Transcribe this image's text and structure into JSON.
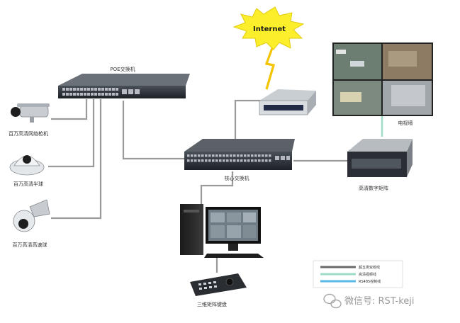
{
  "labels": {
    "poe_switch": "POE交换机",
    "internet": "Internet",
    "core_switch": "核心交换机",
    "tv_wall": "电视墙",
    "hd_matrix": "高清数字矩阵",
    "bullet_cam": "百万高清网络枪机",
    "dome_cam": "百万高清半球",
    "ptz_cam": "百万高清高速球",
    "keyboard": "三维矩阵键盘"
  },
  "legend": [
    {
      "label": "超五类双绞线",
      "color": "#6a6a6a"
    },
    {
      "label": "高清视频线",
      "color": "#9fdcc6"
    },
    {
      "label": "RS485控制线",
      "color": "#58b8e6"
    }
  ],
  "watermark": "微信号: RST-keji",
  "colors": {
    "cat5e": "#8a8a8a",
    "hd_video": "#9fdcc6",
    "rs485": "#58b8e6"
  }
}
